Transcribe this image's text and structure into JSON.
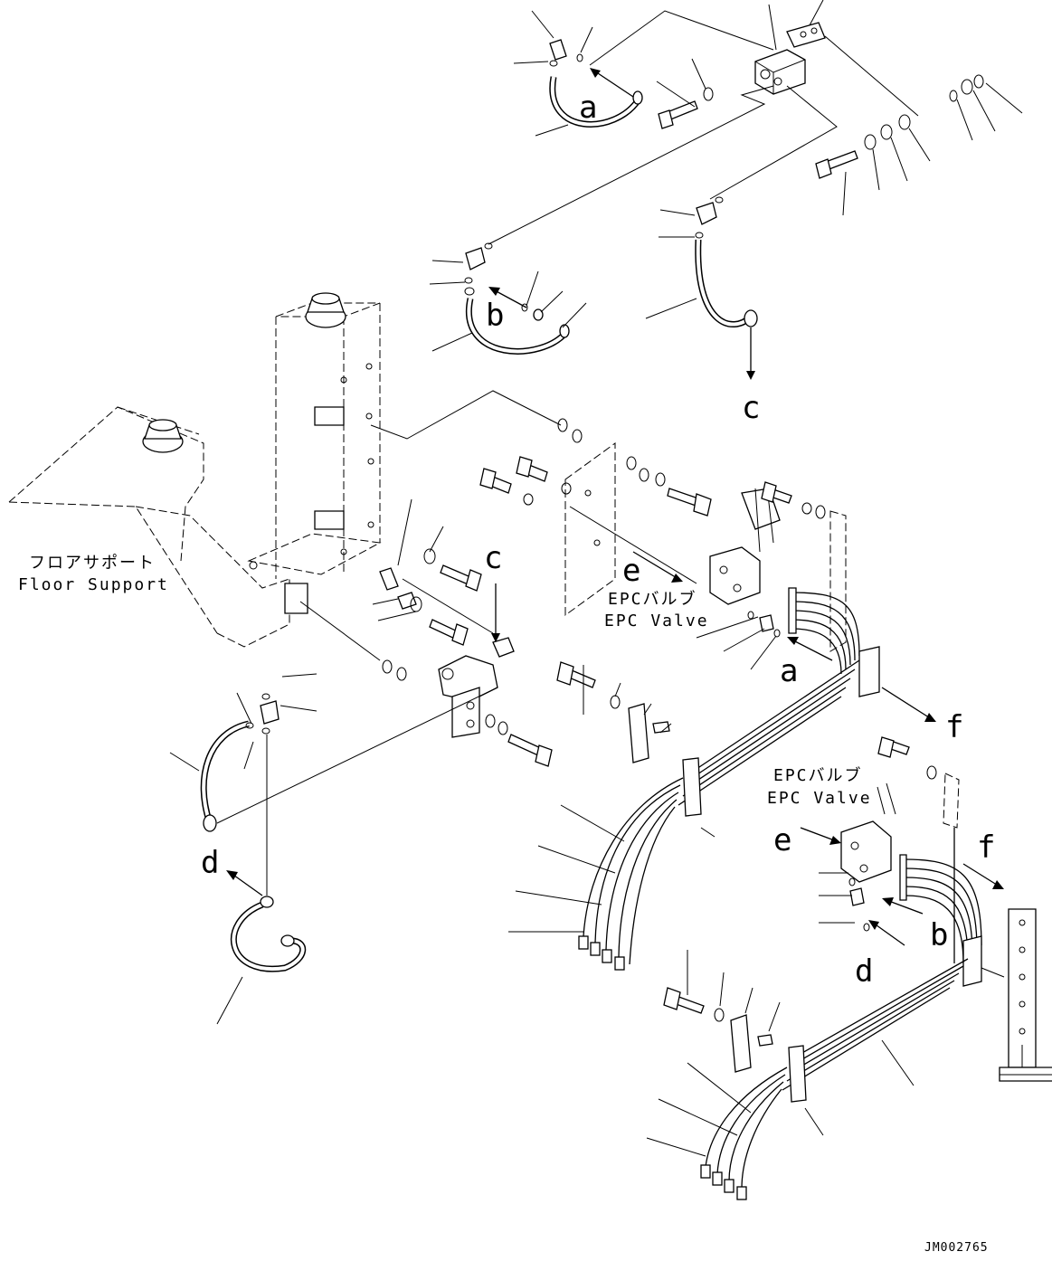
{
  "labels": {
    "floor_support_jp": "フロアサポート",
    "floor_support_en": "Floor Support",
    "epc_valve_jp": "EPCバルブ",
    "epc_valve_en": "EPC Valve"
  },
  "connection_letters": {
    "a": "a",
    "b": "b",
    "c": "c",
    "d": "d",
    "e": "e",
    "f": "f"
  },
  "drawing_code": "JM002765"
}
